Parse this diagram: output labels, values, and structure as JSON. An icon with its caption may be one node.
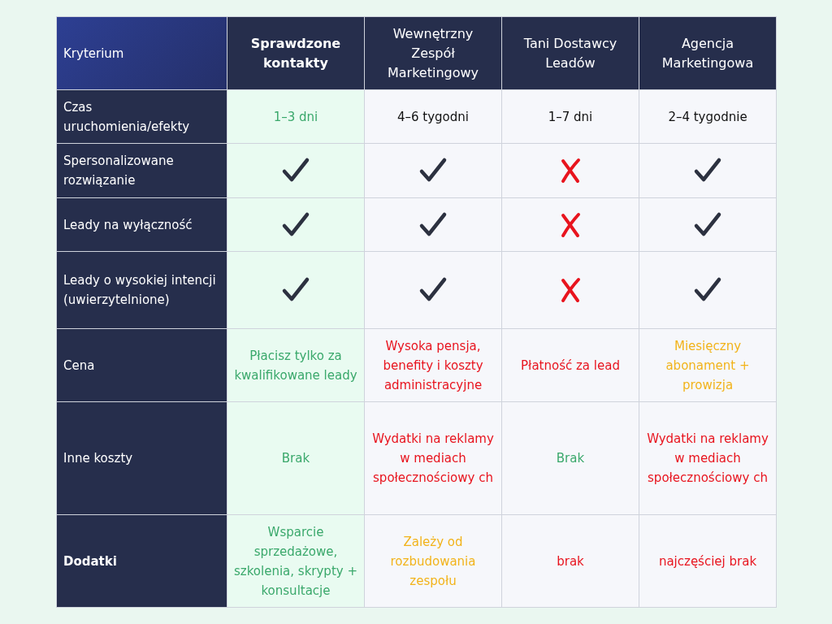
{
  "diagram": {
    "labels": [
      "Kryterium",
      "Sprawdzone kontakty",
      "Wewnętrzny Zespół Marketingowy",
      "Tani Dostawcy Leadów",
      "Agencja Marketingowa",
      "Czas uruchomienia/efekty",
      "1–3 dni",
      "4–6 tygodni",
      "1–7 dni",
      "2–4 tygodnie",
      "Spersonalizowane rozwiązanie",
      "Leady na wyłączność",
      "Leady o wysokiej intencji (uwierzytelnione)",
      "Cena",
      "Płacisz tylko za kwalifikowane leady",
      "Wysoka pensja, benefity i koszty administracyjne",
      "Płatność za lead",
      "Miesięczny abonament + prowizja",
      "Inne koszty",
      "Brak",
      "Wydatki na reklamy w mediach społecznościowy ch",
      "Brak",
      "Wydatki na reklamy w mediach społecznościowy ch",
      "Dodatki",
      "Wsparcie sprzedażowe, szkolenia, skrypty + konsultacje",
      "Zależy od rozbudowania zespołu",
      "brak",
      "najczęściej brak"
    ]
  }
}
